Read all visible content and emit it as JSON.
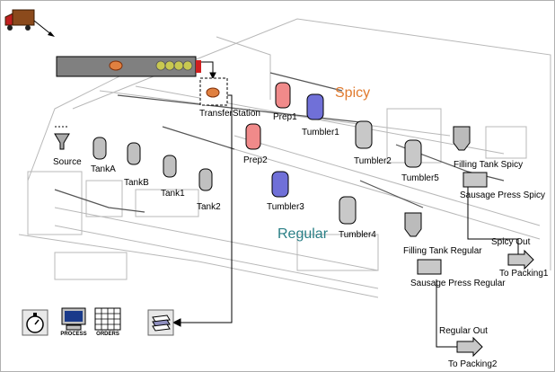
{
  "headings": {
    "spicy": "Spicy",
    "regular": "Regular"
  },
  "colors": {
    "spicy_text": "#e07a2e",
    "regular_text": "#2a7f86",
    "spicy_vessel": "#f08a8a",
    "regular_vessel": "#7070d8",
    "conveyor": "#808080",
    "truck": "#8b4a1c"
  },
  "labels": {
    "transfer_station": "TransferStation",
    "source": "Source",
    "tank_a": "TankA",
    "tank_b": "TankB",
    "tank1": "Tank1",
    "tank2": "Tank2",
    "prep1": "Prep1",
    "prep2": "Prep2",
    "tumbler1": "Tumbler1",
    "tumbler2": "Tumbler2",
    "tumbler3": "Tumbler3",
    "tumbler4": "Tumbler4",
    "tumbler5": "Tumbler5",
    "filling_tank_spicy": "Filling Tank Spicy",
    "filling_tank_regular": "Filling Tank Regular",
    "sausage_press_spicy": "Sausage Press Spicy",
    "sausage_press_regular": "Sausage Press Regular",
    "spicy_out": "Spicy Out",
    "regular_out": "Regular Out",
    "to_packing1": "To Packing1",
    "to_packing2": "To Packing2"
  },
  "toolbar": {
    "clock_icon": "stopwatch-icon",
    "process_label": "PROCESS",
    "orders_label": "ORDERS",
    "layers_icon": "layers-icon"
  }
}
